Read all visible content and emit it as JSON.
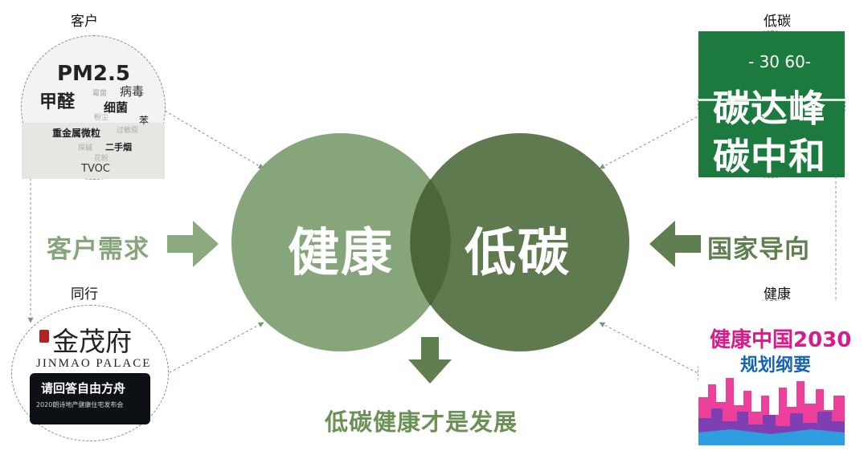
{
  "labels": {
    "top_left": "客户",
    "top_right": "低碳",
    "bottom_left": "同行",
    "bottom_right": "健康"
  },
  "left_arrow_text": "客户需求",
  "right_arrow_text": "国家导向",
  "circle_left": "健康",
  "circle_right": "低碳",
  "conclusion": "低碳健康才是发展",
  "thumb_customer": {
    "words": [
      "PM2.5",
      "甲醛",
      "病毒",
      "细菌",
      "重金属微粒",
      "二手烟",
      "TVOC",
      "苯",
      "尿碱",
      "霉菌",
      "过敏原",
      "粉尘",
      "花粉"
    ]
  },
  "thumb_carbon": {
    "top": "- 30 60-",
    "line1": "碳达峰",
    "line2": "碳中和"
  },
  "thumb_peer": {
    "title": "金茂府",
    "subtitle": "JINMAO PALACE",
    "banner_top": "请回答自由方舟",
    "banner_bottom": "2020朗诗地产健康住宅发布会"
  },
  "thumb_health": {
    "title": "健康中国2030",
    "subtitle": "规划纲要"
  },
  "colors": {
    "light_circle": "#87a57a",
    "dark_circle": "#5e7a4e",
    "overlap": "#4b6638",
    "arrow_light": "#8aa97e",
    "arrow_dark": "#5f7f50",
    "text_green": "#6b9157"
  }
}
